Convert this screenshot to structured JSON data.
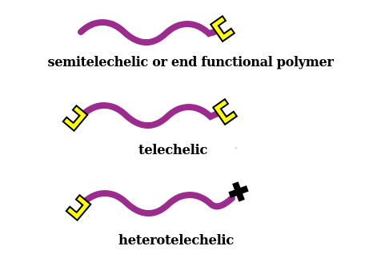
{
  "diagram": {
    "polymers": [
      {
        "label": "semitelechelic or end functional polymer",
        "left_end": "none",
        "right_end": "bracket"
      },
      {
        "label": "telechelic",
        "left_end": "bracket",
        "right_end": "bracket"
      },
      {
        "label": "heterotelechelic",
        "left_end": "bracket",
        "right_end": "cross"
      }
    ]
  },
  "colors": {
    "chain": "#9b2c8e",
    "end_group_fill": "#ffff00",
    "end_group_stroke": "#000000",
    "cross_fill": "#000000",
    "text": "#000000"
  }
}
